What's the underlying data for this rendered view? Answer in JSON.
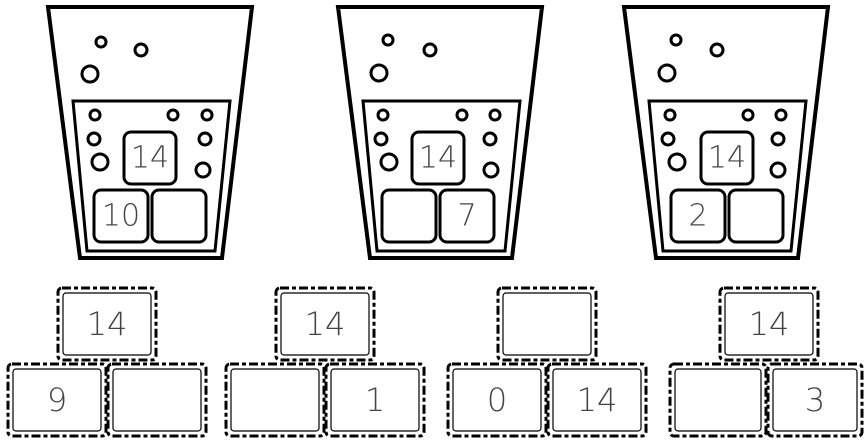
{
  "cups": [
    {
      "whole": "14",
      "parts": [
        "10",
        ""
      ]
    },
    {
      "whole": "14",
      "parts": [
        "",
        "7"
      ]
    },
    {
      "whole": "14",
      "parts": [
        "2",
        ""
      ]
    }
  ],
  "cards": [
    {
      "whole": "14",
      "parts": [
        "9",
        ""
      ]
    },
    {
      "whole": "14",
      "parts": [
        "",
        "1"
      ]
    },
    {
      "whole": "",
      "parts": [
        "0",
        "14"
      ]
    },
    {
      "whole": "14",
      "parts": [
        "",
        "3"
      ]
    }
  ]
}
